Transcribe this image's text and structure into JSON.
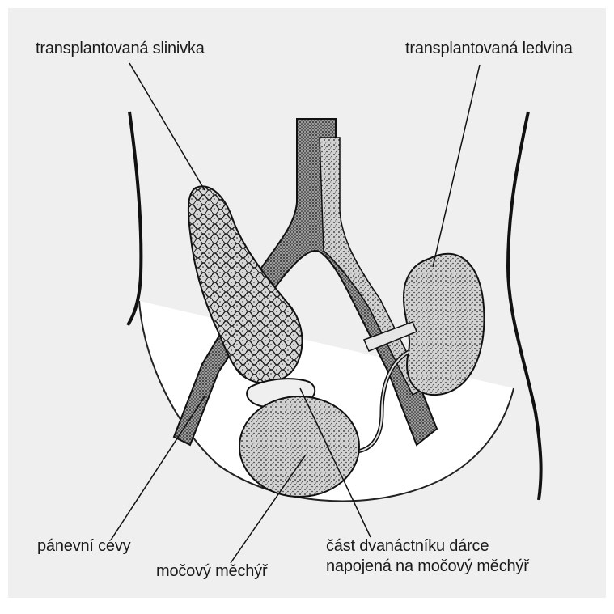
{
  "labels": {
    "pancreas": "transplantovaná slinivka",
    "kidney": "transplantovaná ledvina",
    "pelvic_vessels": "pánevní cévy",
    "bladder": "močový měchýř",
    "duodenum_line1": "část dvanáctníku dárce",
    "duodenum_line2": "napojená na močový měchýř"
  },
  "colors": {
    "background": "#efefef",
    "ink": "#1a1a1a",
    "organ_fill": "#c9c9c9"
  }
}
